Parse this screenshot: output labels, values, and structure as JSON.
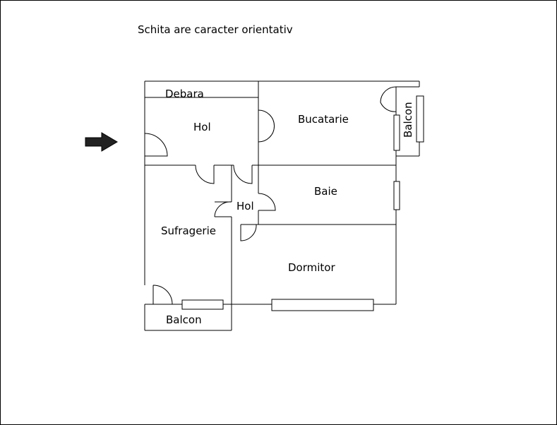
{
  "caption": "Schita are caracter orientativ",
  "rooms": {
    "debara": "Debara",
    "hol_top": "Hol",
    "bucatarie": "Bucatarie",
    "balcon_right": "Balcon",
    "baie": "Baie",
    "hol_small": "Hol",
    "sufragerie": "Sufragerie",
    "dormitor": "Dormitor",
    "balcon_bottom": "Balcon"
  },
  "entrance_arrow_icon": "arrow-right-icon"
}
